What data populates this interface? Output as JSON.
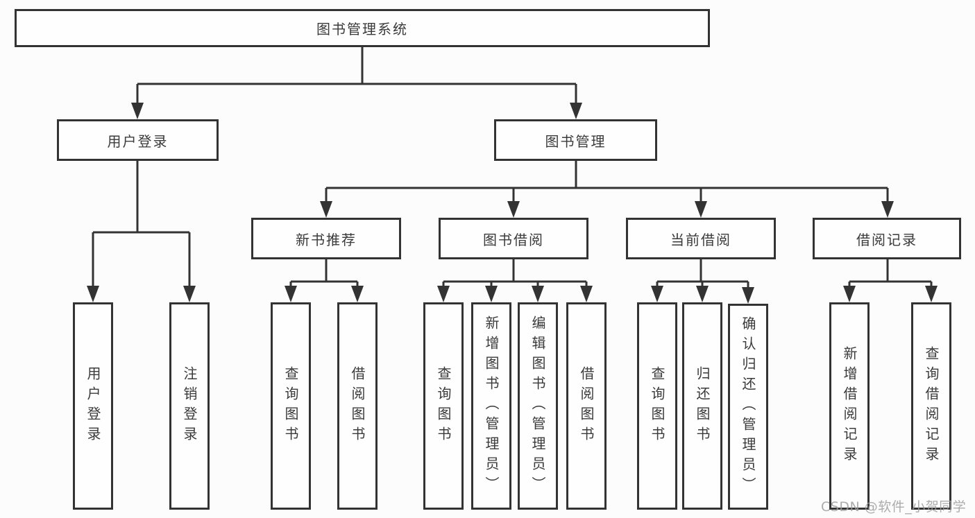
{
  "diagram": {
    "watermark": "CSDN @软件_小贺同学",
    "colors": {
      "line": "#333333",
      "box_border": "#333333",
      "box_fill": "#fefefe",
      "text": "#3a3a3a",
      "watermark": "#9e9e9e",
      "background": "#fcfcfc"
    }
  },
  "nodes": {
    "root": {
      "label": "图书管理系统"
    },
    "level2": [
      {
        "label": "用户登录"
      },
      {
        "label": "图书管理"
      }
    ],
    "level3": [
      {
        "label": "新书推荐"
      },
      {
        "label": "图书借阅"
      },
      {
        "label": "当前借阅"
      },
      {
        "label": "借阅记录"
      }
    ],
    "leaves": [
      {
        "label": "用户登录"
      },
      {
        "label": "注销登录"
      },
      {
        "label": "查询图书"
      },
      {
        "label": "借阅图书"
      },
      {
        "label": "查询图书"
      },
      {
        "label": "新增图书（管理员）"
      },
      {
        "label": "编辑图书（管理员）"
      },
      {
        "label": "借阅图书"
      },
      {
        "label": "查询图书"
      },
      {
        "label": "归还图书"
      },
      {
        "label": "确认归还（管理员）"
      },
      {
        "label": "新增借阅记录"
      },
      {
        "label": "查询借阅记录"
      }
    ]
  }
}
